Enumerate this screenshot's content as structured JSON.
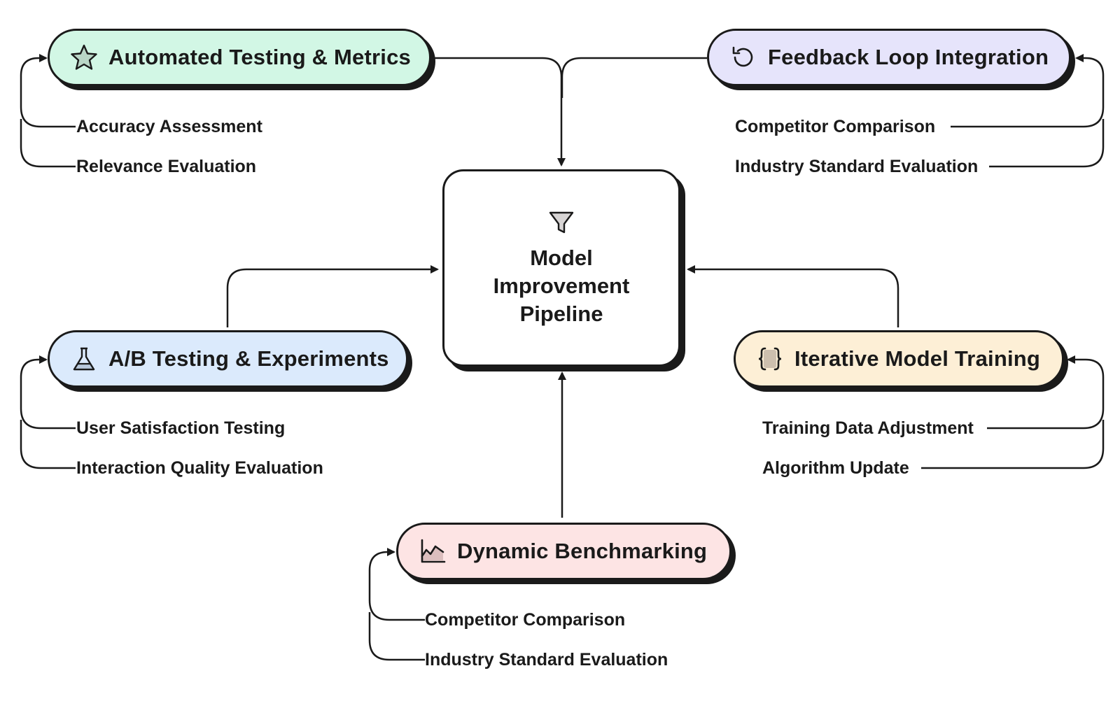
{
  "center": {
    "title": "Model Improvement Pipeline",
    "icon": "funnel-icon"
  },
  "colors": {
    "stroke": "#1a1a1a",
    "green": "#d2f7e5",
    "purple": "#e6e4fb",
    "blue": "#dbeafc",
    "orange": "#fdefd6",
    "pink": "#fde4e4"
  },
  "nodes": {
    "automated": {
      "title": "Automated Testing & Metrics",
      "icon": "star-icon",
      "items": [
        "Accuracy Assessment",
        "Relevance Evaluation"
      ]
    },
    "feedback": {
      "title": "Feedback Loop Integration",
      "icon": "refresh-icon",
      "items": [
        "Competitor Comparison",
        "Industry Standard Evaluation"
      ]
    },
    "ab": {
      "title": "A/B Testing & Experiments",
      "icon": "flask-icon",
      "items": [
        "User Satisfaction Testing",
        "Interaction Quality Evaluation"
      ]
    },
    "iterative": {
      "title": "Iterative Model Training",
      "icon": "code-braces-icon",
      "items": [
        "Training Data Adjustment",
        "Algorithm Update"
      ]
    },
    "dynamic": {
      "title": "Dynamic Benchmarking",
      "icon": "line-chart-icon",
      "items": [
        "Competitor Comparison",
        "Industry Standard Evaluation"
      ]
    }
  }
}
